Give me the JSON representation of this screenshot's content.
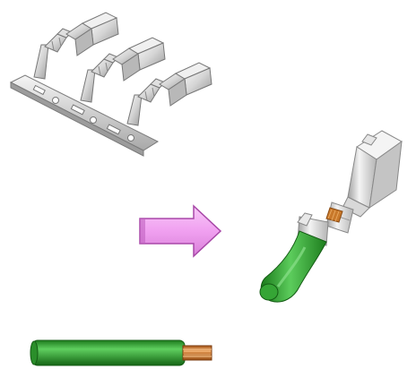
{
  "diagram": {
    "description_items": [
      {
        "id": "terminal-strip",
        "icon": "terminal-carrier-strip-icon"
      },
      {
        "id": "process-arrow",
        "icon": "arrow-right-icon"
      },
      {
        "id": "crimped-terminal",
        "icon": "crimped-terminal-icon"
      },
      {
        "id": "wire",
        "icon": "insulated-wire-icon"
      }
    ],
    "colors": {
      "metal_light": "#f2f2f2",
      "metal_mid": "#c8c8c8",
      "metal_dark": "#8e8e8e",
      "arrow_fill": "#f0a0f0",
      "arrow_stroke": "#b050b0",
      "wire_green": "#2a9a2a",
      "wire_green_light": "#5cc85c",
      "wire_green_dark": "#1a6e1a",
      "copper": "#c8782a",
      "copper_light": "#e8a860"
    }
  }
}
